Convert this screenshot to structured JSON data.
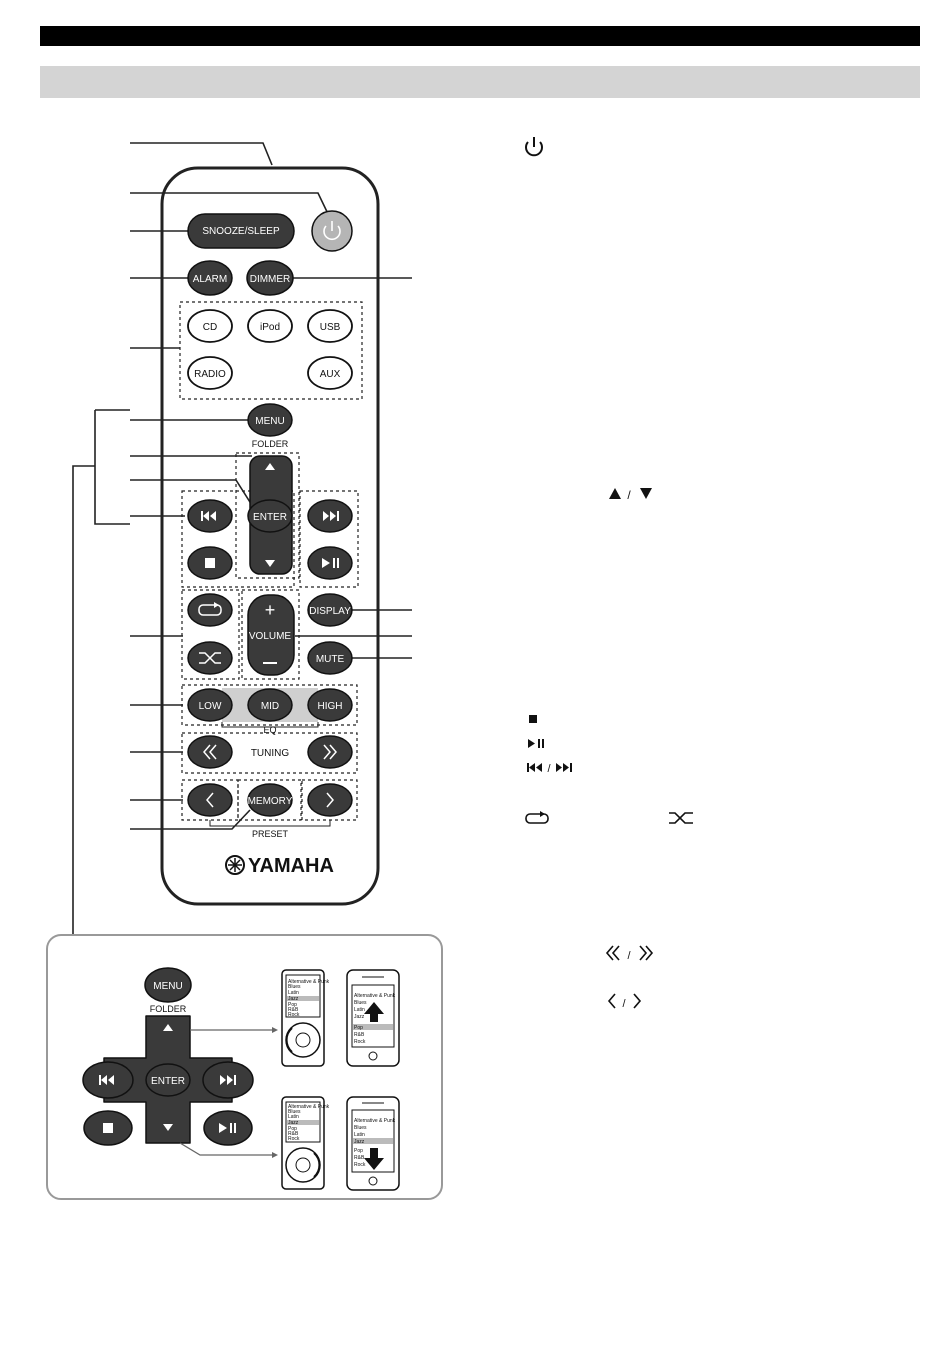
{
  "remote": {
    "snooze_sleep": "SNOOZE/SLEEP",
    "alarm": "ALARM",
    "dimmer": "DIMMER",
    "cd": "CD",
    "ipod": "iPod",
    "usb": "USB",
    "radio": "RADIO",
    "aux": "AUX",
    "menu": "MENU",
    "folder": "FOLDER",
    "enter": "ENTER",
    "volume": "VOLUME",
    "display": "DISPLAY",
    "mute": "MUTE",
    "low": "LOW",
    "mid": "MID",
    "high": "HIGH",
    "eq": "EQ",
    "tuning": "TUNING",
    "memory": "MEMORY",
    "preset": "PRESET",
    "brand": "YAMAHA"
  },
  "inset": {
    "menu": "MENU",
    "folder": "FOLDER",
    "enter": "ENTER",
    "ipod_menu": [
      "Alternative & Punk",
      "Blues",
      "Jazz",
      "Latin",
      "Pop",
      "R&B",
      "Rock"
    ],
    "iphone_menu": [
      "Alternative & Punk",
      "Blues",
      "Latin",
      "Jazz",
      "Pop",
      "R&B",
      "Rock"
    ]
  },
  "colors": {
    "dark_button": "#3a3a3a",
    "power_button": "#b5b5b5",
    "header_bar": "#000000",
    "subheader_bar": "#d4d4d4"
  }
}
